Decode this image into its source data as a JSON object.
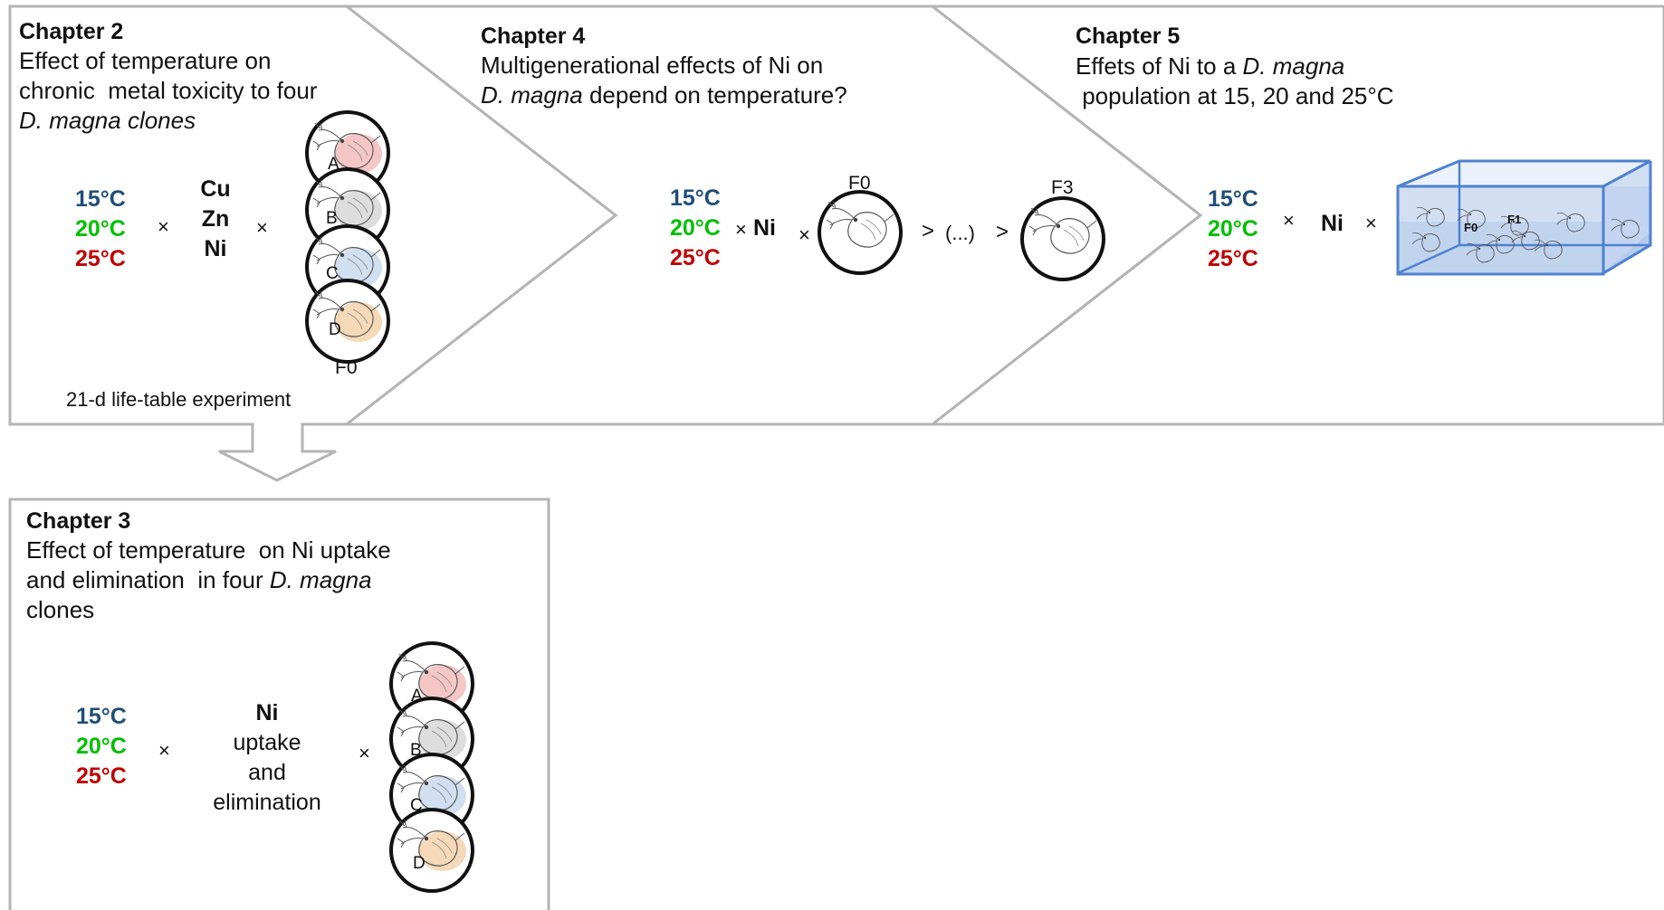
{
  "colors": {
    "temp_15": "#1f4e79",
    "temp_20": "#00c000",
    "temp_25": "#c00000",
    "panel_border": "#b4b4b4",
    "tank": "#4f81d0",
    "clone_A": "#f2b8b8",
    "clone_B": "#d5d5d5",
    "clone_C": "#c6d7ee",
    "clone_D": "#f2cfa8"
  },
  "icons": {
    "daphnia": "daphnia-icon",
    "tank": "aquarium-tank-icon",
    "arrow": "down-arrow-icon",
    "chevron": "chevron-arrow-panel"
  },
  "temps": [
    "15°C",
    "20°C",
    "25°C"
  ],
  "chapter2": {
    "heading": "Chapter 2",
    "line1": "Effect of temperature on",
    "line2": "chronic  metal toxicity to four",
    "line3": "D. magna clones",
    "metals": [
      "Cu",
      "Zn",
      "Ni"
    ],
    "times": "×",
    "clones": [
      "A",
      "B",
      "C",
      "D"
    ],
    "generation": "F0",
    "caption": "21-d life-table experiment"
  },
  "chapter3": {
    "heading": "Chapter 3",
    "line1": "Effect of temperature  on Ni uptake",
    "line2_a": "and elimination  in four ",
    "line2_b": "D. magna",
    "line3": "clones",
    "metal": "Ni",
    "process": [
      "uptake",
      "and",
      "elimination"
    ],
    "times": "×",
    "clones": [
      "A",
      "B",
      "C",
      "D"
    ]
  },
  "chapter4": {
    "heading": "Chapter 4",
    "line1": "Multigenerational effects of Ni on",
    "line2_a": "D. magna",
    "line2_b": " depend on temperature?",
    "metal": "Ni",
    "times": "×",
    "gen_start": "F0",
    "gen_end": "F3",
    "ellipsis": "(...)",
    "arrow_glyph": ">"
  },
  "chapter5": {
    "heading": "Chapter 5",
    "line1_a": "Effets of Ni to a ",
    "line1_b": "D. magna",
    "line2": " population at 15, 20 and 25°C",
    "metal": "Ni",
    "times": "×",
    "tank_labels": [
      "F0",
      "F1"
    ]
  }
}
